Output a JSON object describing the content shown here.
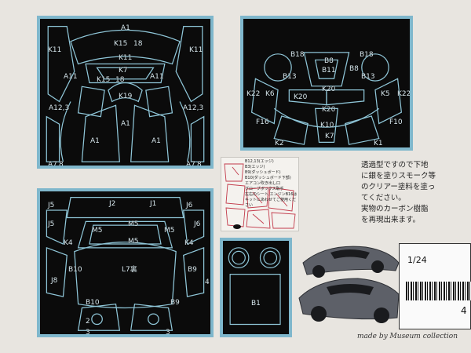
{
  "panel_top_left": {
    "labels": [
      "A1",
      "K11",
      "K11",
      "K15",
      "18",
      "K11",
      "K7",
      "K15",
      "18",
      "A11",
      "A11",
      "A12,3",
      "A12,3",
      "K19",
      "A1",
      "A1",
      "A1",
      "A7",
      "8",
      "A7",
      "8"
    ]
  },
  "panel_top_right": {
    "labels": [
      "B18",
      "B8",
      "B18",
      "B8",
      "B13",
      "B11",
      "B13",
      "K22",
      "K6",
      "K20",
      "K20",
      "K5",
      "K22",
      "K20",
      "F16",
      "K10",
      "F10",
      "K7",
      "K2",
      "K1"
    ]
  },
  "panel_bottom_left": {
    "labels": [
      "J5",
      "J2",
      "J1",
      "J6",
      "J5",
      "J6",
      "M5",
      "M5",
      "M5",
      "M5",
      "K4",
      "K4",
      "L7裏",
      "B10",
      "B9",
      "J8",
      "B10",
      "B9",
      "2",
      "3",
      "3",
      "4"
    ]
  },
  "panel_bottom_mid": {
    "labels": [
      "B1"
    ]
  },
  "decal_sheet": {
    "legend": [
      "B12,13(エッジ)",
      "B3(エッジ)",
      "B9(ダッシュボード)",
      "B10(ダッシュボード下部)",
      "エアコン吹き出し口",
      "グローブボックス取手",
      "左右のシート,エンジンB16は",
      "キットにあわせてご使用ください"
    ]
  },
  "notes": {
    "lines": [
      "透過型ですので下地",
      "に銀を塗りスモーク等",
      "のクリアー塗料を塗っ",
      "てください。",
      "実物のカーボン樹脂",
      "を再現出来ます。"
    ]
  },
  "scale_box": {
    "scale": "1/24",
    "number": "4"
  },
  "credit": "made by Museum collection",
  "colors": {
    "panel_border": "#7fb7cc",
    "panel_bg": "#0b0b0b",
    "outline": "#8fc6d8"
  }
}
